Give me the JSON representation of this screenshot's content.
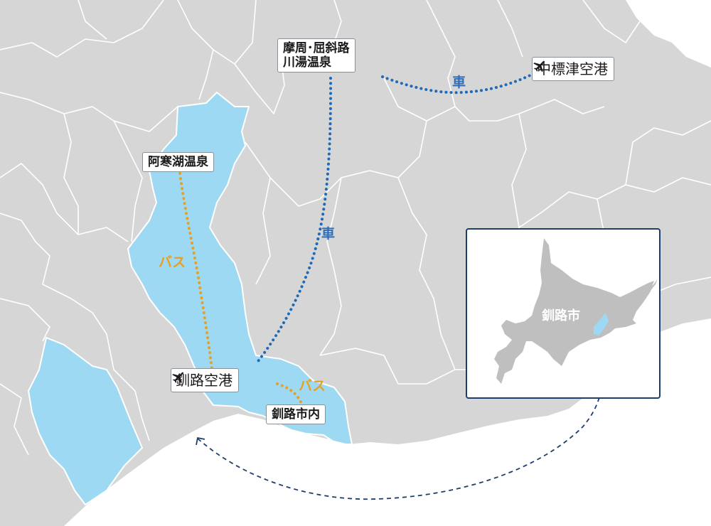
{
  "map": {
    "colors": {
      "land": "#d6d6d6",
      "borders": "#ffffff",
      "kushiro_city": "#9dd9f2",
      "sea": "#ffffff",
      "bus_route": "#e6a023",
      "car_route": "#1f6ab8",
      "inset_frame": "#1d3e6c",
      "inset_land": "#bfbfbf"
    },
    "places": {
      "akan": "阿寒湖温泉",
      "mashu_line1": "摩周･屈斜路",
      "mashu_line2": "川湯温泉",
      "nakashibetsu_airport": "中標津空港",
      "kushiro_airport": "釧路空港",
      "kushiro_city": "釧路市内"
    },
    "routes": {
      "bus_label_akan": "バス",
      "bus_label_city": "バス",
      "car_label_mashu": "車",
      "car_label_nakashibetsu": "車"
    },
    "icons": {
      "airport": "airplane-icon"
    },
    "inset": {
      "label": "釧路市"
    }
  }
}
